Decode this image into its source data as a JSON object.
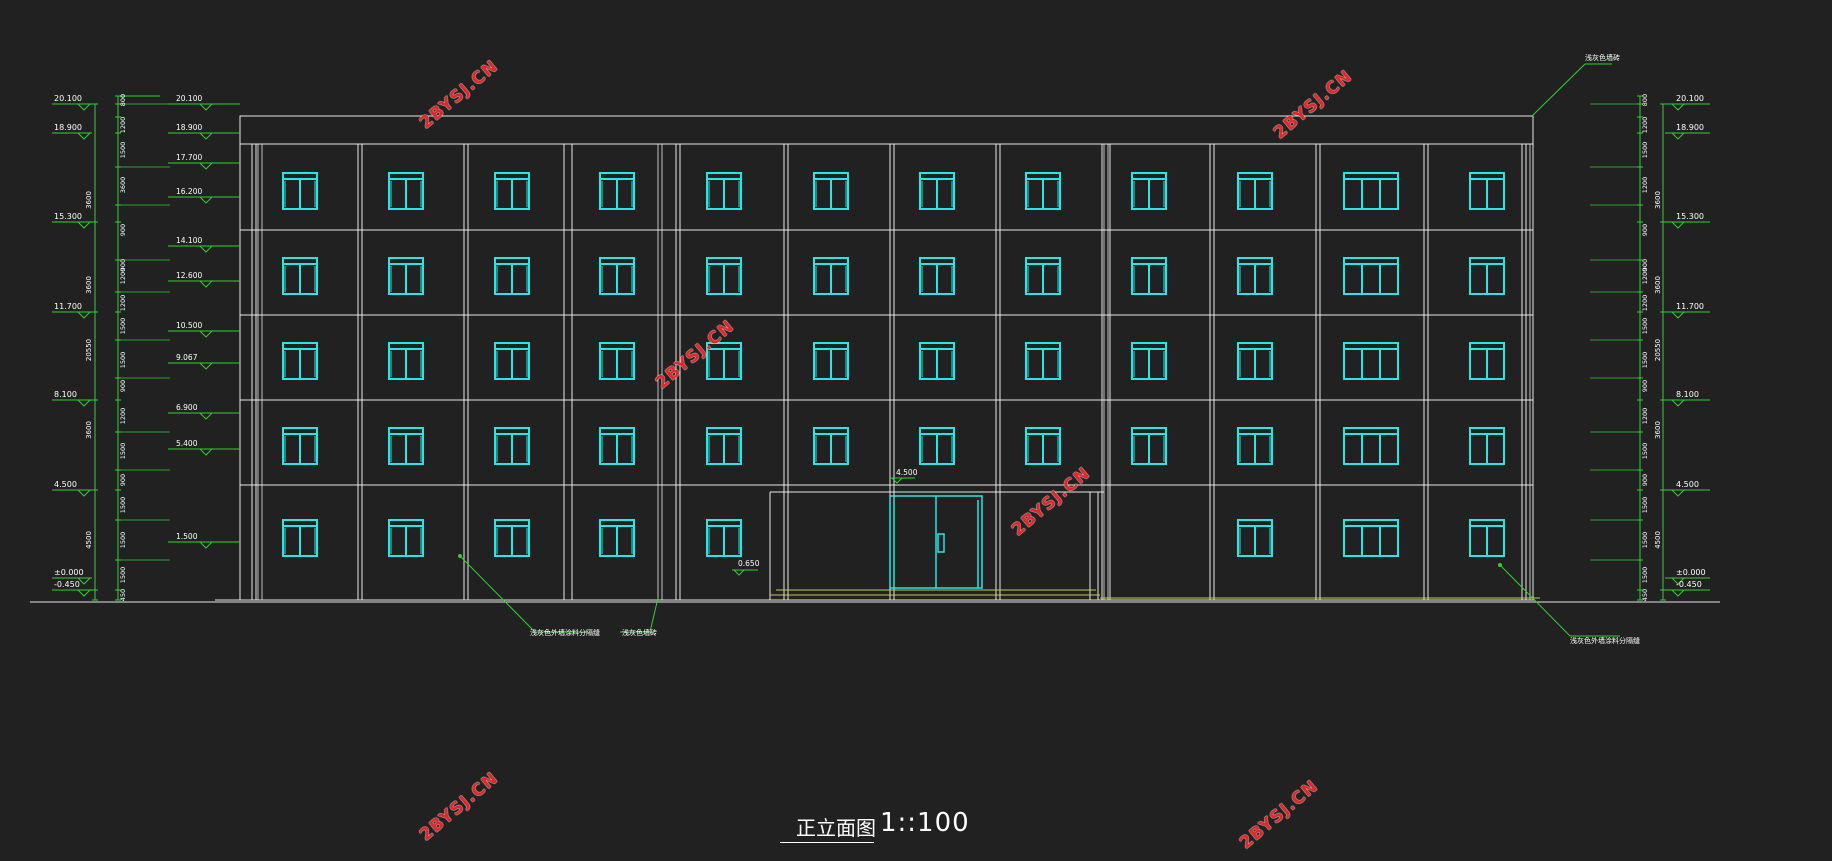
{
  "drawing": {
    "title": "正立面图",
    "scale": "1::100"
  },
  "watermark": "2BYSJ.CN",
  "left_elevations": [
    "20.100",
    "18.900",
    "15.300",
    "11.700",
    "8.100",
    "4.500",
    "±0.000",
    "-0.450"
  ],
  "left_dims_outer": [
    "20550",
    "3600",
    "3600",
    "3600",
    "4500"
  ],
  "left_dims_inner": [
    "800",
    "1200",
    "3600",
    "1500",
    "900",
    "1200",
    "1500",
    "900",
    "1200",
    "1500",
    "900",
    "1200",
    "1500",
    "900",
    "1500",
    "1500",
    "1500",
    "450"
  ],
  "inner_elevations": [
    "20.100",
    "18.900",
    "17.700",
    "16.200",
    "14.100",
    "12.600",
    "10.500",
    "9.067",
    "6.900",
    "5.400",
    "1.500"
  ],
  "right_elevations": [
    "20.100",
    "18.900",
    "15.300",
    "11.700",
    "8.100",
    "4.500",
    "±0.000",
    "-0.450"
  ],
  "right_dims_outer": [
    "20550",
    "3600",
    "3600",
    "3600",
    "4500"
  ],
  "right_dims_inner": [
    "800",
    "1200",
    "1200",
    "1500",
    "900",
    "1200",
    "1500",
    "900",
    "1200",
    "1500",
    "900",
    "1200",
    "1500",
    "900",
    "1500",
    "1500",
    "1500",
    "450"
  ],
  "annotations": {
    "canopy_level": "4.500",
    "step_level": "0.650",
    "note_bottom_left": "浅灰色外墙涂料分隔缝",
    "note_bottom_mid": "浅灰色墙砖",
    "note_bottom_right": "浅灰色外墙涂料分隔缝",
    "note_top_right": "浅灰色墙砖"
  },
  "colors": {
    "background": "#212121",
    "lines": "#e8e8e8",
    "windows": "#27e6e6",
    "dimensions": "#2fd12f",
    "watermark": "#e02828",
    "ground_step": "#c8c864"
  }
}
